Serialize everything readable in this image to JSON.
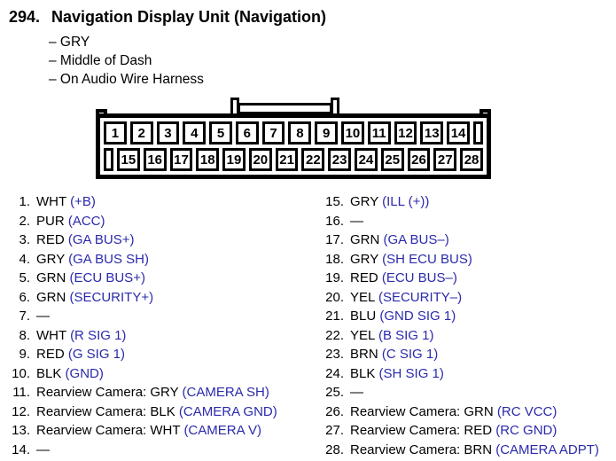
{
  "header": {
    "number": "294.",
    "title": "Navigation Display Unit (Navigation)"
  },
  "details": {
    "items": [
      "– GRY",
      "– Middle of Dash",
      "– On Audio Wire Harness"
    ]
  },
  "connector": {
    "top_pins": [
      "1",
      "2",
      "3",
      "4",
      "5",
      "6",
      "7",
      "8",
      "9",
      "10",
      "11",
      "12",
      "13",
      "14"
    ],
    "bottom_pins": [
      "15",
      "16",
      "17",
      "18",
      "19",
      "20",
      "21",
      "22",
      "23",
      "24",
      "25",
      "26",
      "27",
      "28"
    ]
  },
  "pins_left": [
    {
      "num": "1.",
      "label": "WHT",
      "signal": "(+B)"
    },
    {
      "num": "2.",
      "label": "PUR",
      "signal": "(ACC)"
    },
    {
      "num": "3.",
      "label": "RED",
      "signal": "(GA BUS+)"
    },
    {
      "num": "4.",
      "label": "GRY",
      "signal": "(GA BUS SH)"
    },
    {
      "num": "5.",
      "label": "GRN",
      "signal": "(ECU BUS+)"
    },
    {
      "num": "6.",
      "label": "GRN",
      "signal": "(SECURITY+)"
    },
    {
      "num": "7.",
      "label": "—",
      "signal": ""
    },
    {
      "num": "8.",
      "label": "WHT",
      "signal": "(R SIG 1)"
    },
    {
      "num": "9.",
      "label": "RED",
      "signal": "(G SIG 1)"
    },
    {
      "num": "10.",
      "label": "BLK",
      "signal": "(GND)"
    },
    {
      "num": "11.",
      "label": "Rearview Camera: GRY",
      "signal": "(CAMERA SH)"
    },
    {
      "num": "12.",
      "label": "Rearview Camera: BLK",
      "signal": "(CAMERA GND)"
    },
    {
      "num": "13.",
      "label": "Rearview Camera: WHT",
      "signal": "(CAMERA V)"
    },
    {
      "num": "14.",
      "label": "—",
      "signal": ""
    }
  ],
  "pins_right": [
    {
      "num": "15.",
      "label": "GRY",
      "signal": "(ILL (+))"
    },
    {
      "num": "16.",
      "label": "—",
      "signal": ""
    },
    {
      "num": "17.",
      "label": "GRN",
      "signal": "(GA BUS–)"
    },
    {
      "num": "18.",
      "label": "GRY",
      "signal": "(SH ECU BUS)"
    },
    {
      "num": "19.",
      "label": "RED",
      "signal": "(ECU BUS–)"
    },
    {
      "num": "20.",
      "label": "YEL",
      "signal": "(SECURITY–)"
    },
    {
      "num": "21.",
      "label": "BLU",
      "signal": "(GND SIG 1)"
    },
    {
      "num": "22.",
      "label": "YEL",
      "signal": "(B SIG 1)"
    },
    {
      "num": "23.",
      "label": "BRN",
      "signal": "(C SIG 1)"
    },
    {
      "num": "24.",
      "label": "BLK",
      "signal": "(SH SIG 1)"
    },
    {
      "num": "25.",
      "label": "—",
      "signal": ""
    },
    {
      "num": "26.",
      "label": "Rearview Camera: GRN",
      "signal": "(RC VCC)"
    },
    {
      "num": "27.",
      "label": "Rearview Camera: RED",
      "signal": "(RC GND)"
    },
    {
      "num": "28.",
      "label": "Rearview Camera: BRN",
      "signal": "(CAMERA ADPT)"
    }
  ],
  "colors": {
    "signal_text": "#2a2aad",
    "body_text": "#000000"
  }
}
